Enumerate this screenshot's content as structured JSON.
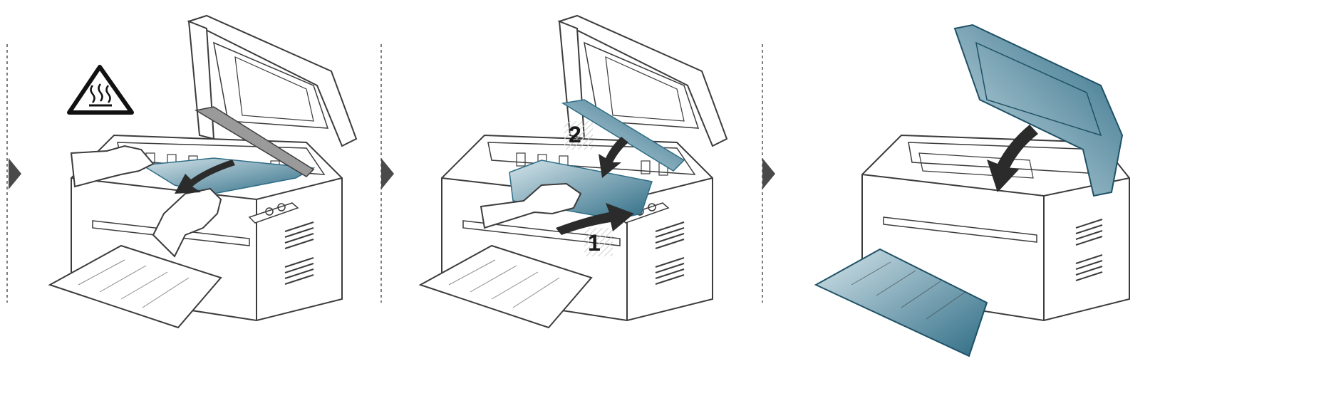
{
  "figure": {
    "colors": {
      "line": "#3c3c3c",
      "outline_light": "#8a8a8a",
      "teal_dark": "#2f6d86",
      "teal_light": "#c9dde5",
      "marker": "#4a4a4a",
      "divider": "#555555"
    },
    "panels": [
      {
        "step_icon": "hot-surface-warning-icon",
        "action": "pull-jammed-paper-out",
        "arrows": [],
        "callouts": []
      },
      {
        "step_icon": "none",
        "action": "reinsert-toner-cartridge",
        "arrows": [
          "push-in-arrow",
          "press-down-arrow"
        ],
        "callouts": [
          "1",
          "2"
        ]
      },
      {
        "step_icon": "none",
        "action": "close-top-cover",
        "arrows": [
          "close-arrow"
        ],
        "callouts": []
      }
    ]
  }
}
